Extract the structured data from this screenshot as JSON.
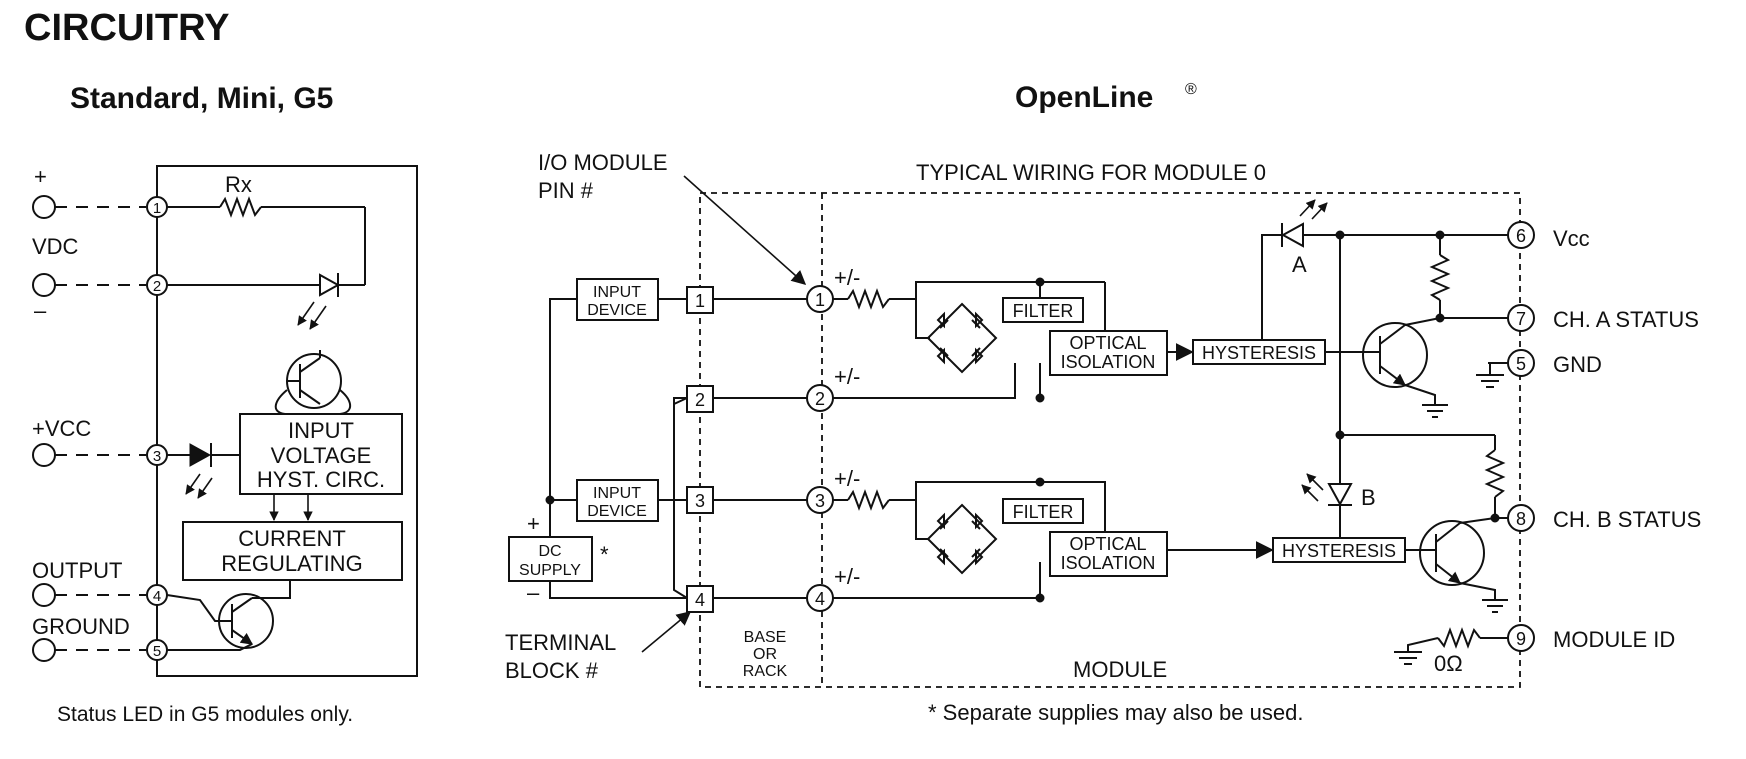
{
  "page_title": "CIRCUITRY",
  "left": {
    "heading": "Standard, Mini, G5",
    "labels": {
      "plus": "+",
      "vdc": "VDC",
      "minus": "–",
      "vcc": "+VCC",
      "output": "OUTPUT",
      "ground": "GROUND",
      "rx": "Rx"
    },
    "pins": [
      "1",
      "2",
      "3",
      "4",
      "5"
    ],
    "blocks": {
      "input_voltage": [
        "INPUT",
        "VOLTAGE",
        "HYST. CIRC."
      ],
      "current_regulating": [
        "CURRENT",
        "REGULATING"
      ]
    },
    "caption": "Status LED in G5 modules only."
  },
  "right": {
    "heading": "OpenLine",
    "heading_mark": "®",
    "io_module_label": [
      "I/O MODULE",
      "PIN #"
    ],
    "typical_wiring": "TYPICAL WIRING FOR MODULE 0",
    "terminal_block_label": [
      "TERMINAL",
      "BLOCK #"
    ],
    "base_label": [
      "BASE",
      "OR",
      "RACK"
    ],
    "module_label": "MODULE",
    "input_device": [
      "INPUT",
      "DEVICE"
    ],
    "dc_supply": [
      "DC",
      "SUPPLY"
    ],
    "dc_plus": "+",
    "dc_minus": "–",
    "asterisk": "*",
    "filter": "FILTER",
    "optical_isolation": [
      "OPTICAL",
      "ISOLATION"
    ],
    "hysteresis": "HYSTERESIS",
    "polarity": "+/-",
    "terminal_pins": [
      "1",
      "2",
      "3",
      "4"
    ],
    "module_pins": [
      "1",
      "2",
      "3",
      "4"
    ],
    "led_a": "A",
    "led_b": "B",
    "zero_ohm": "0Ω",
    "outputs": [
      {
        "pin": "6",
        "label": "Vcc"
      },
      {
        "pin": "7",
        "label": "CH. A STATUS"
      },
      {
        "pin": "5",
        "label": "GND"
      },
      {
        "pin": "8",
        "label": "CH. B STATUS"
      },
      {
        "pin": "9",
        "label": "MODULE ID"
      }
    ],
    "footnote": "* Separate supplies may also be used."
  }
}
